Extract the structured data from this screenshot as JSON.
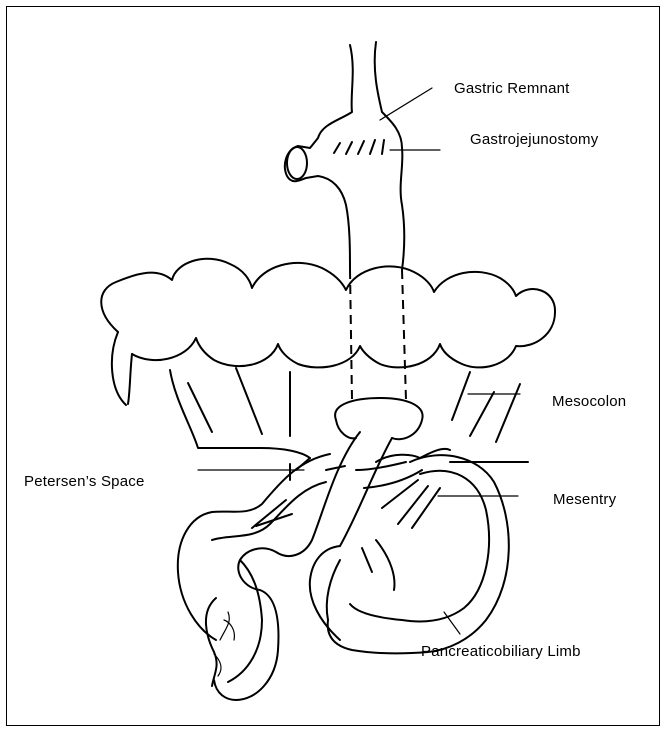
{
  "labels": {
    "gastric_remnant": "Gastric Remnant",
    "gastrojejunostomy": "Gastrojejunostomy",
    "mesocolon": "Mesocolon",
    "petersens_space": "Petersen’s Space",
    "mesentry": "Mesentry",
    "pancreaticobiliary_limb": "Pancreaticobiliary Limb"
  },
  "colors": {
    "ink": "#000000",
    "background": "#ffffff"
  }
}
